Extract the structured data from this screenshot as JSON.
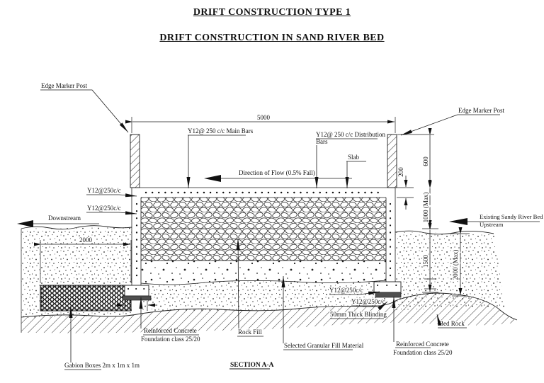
{
  "header": {
    "title": "DRIFT CONSTRUCTION TYPE 1",
    "subtitle": "DRIFT CONSTRUCTION IN SAND RIVER BED"
  },
  "labels": {
    "edge_marker_post_left": "Edge Marker Post",
    "edge_marker_post_right": "Edge Marker Post",
    "main_bars": "Y12@ 250 c/c Main Bars",
    "distribution_bars_line1": "Y12@ 250 c/c Distribution",
    "distribution_bars_line2": "Bars",
    "slab": "Slab",
    "direction_of_flow": "Direction of Flow (0.5% Fall)",
    "rebar_left_top": "Y12@250c/c",
    "rebar_left_bottom": "Y12@250c/c",
    "downstream": "Downstream",
    "existing_bed_line1": "Existing Sandy River Bed",
    "existing_bed_line2": "Upstream",
    "rebar_right_top": "Y12@250c/c",
    "rebar_right_bottom": "Y12@250c/c",
    "blinding": "50mm Thick Blinding",
    "bed_rock": "Bed Rock",
    "gabion": "Gabion Boxes 2m x 1m x 1m",
    "foundation_left_line1": "Reinforced Concrete",
    "foundation_left_line2": "Foundation class 25/20",
    "foundation_right_line1": "Reinforced Concrete",
    "foundation_right_line2": "Foundation class 25/20",
    "rock_fill": "Rock Fill",
    "granular_fill": "Selected Granular Fill Material",
    "section": "SECTION A-A"
  },
  "dimensions": {
    "span": "5000",
    "slab_thickness": "200",
    "post_height": "600",
    "upstream_depth": "1000 (Max)",
    "foundation_depth": "1500",
    "bedrock_depth": "2000 (Max)",
    "gabion_width": "2000"
  },
  "drawing": {
    "line_color": "#1a1a1a",
    "blinding_color": "#4f4f4f",
    "background": "#ffffff"
  }
}
